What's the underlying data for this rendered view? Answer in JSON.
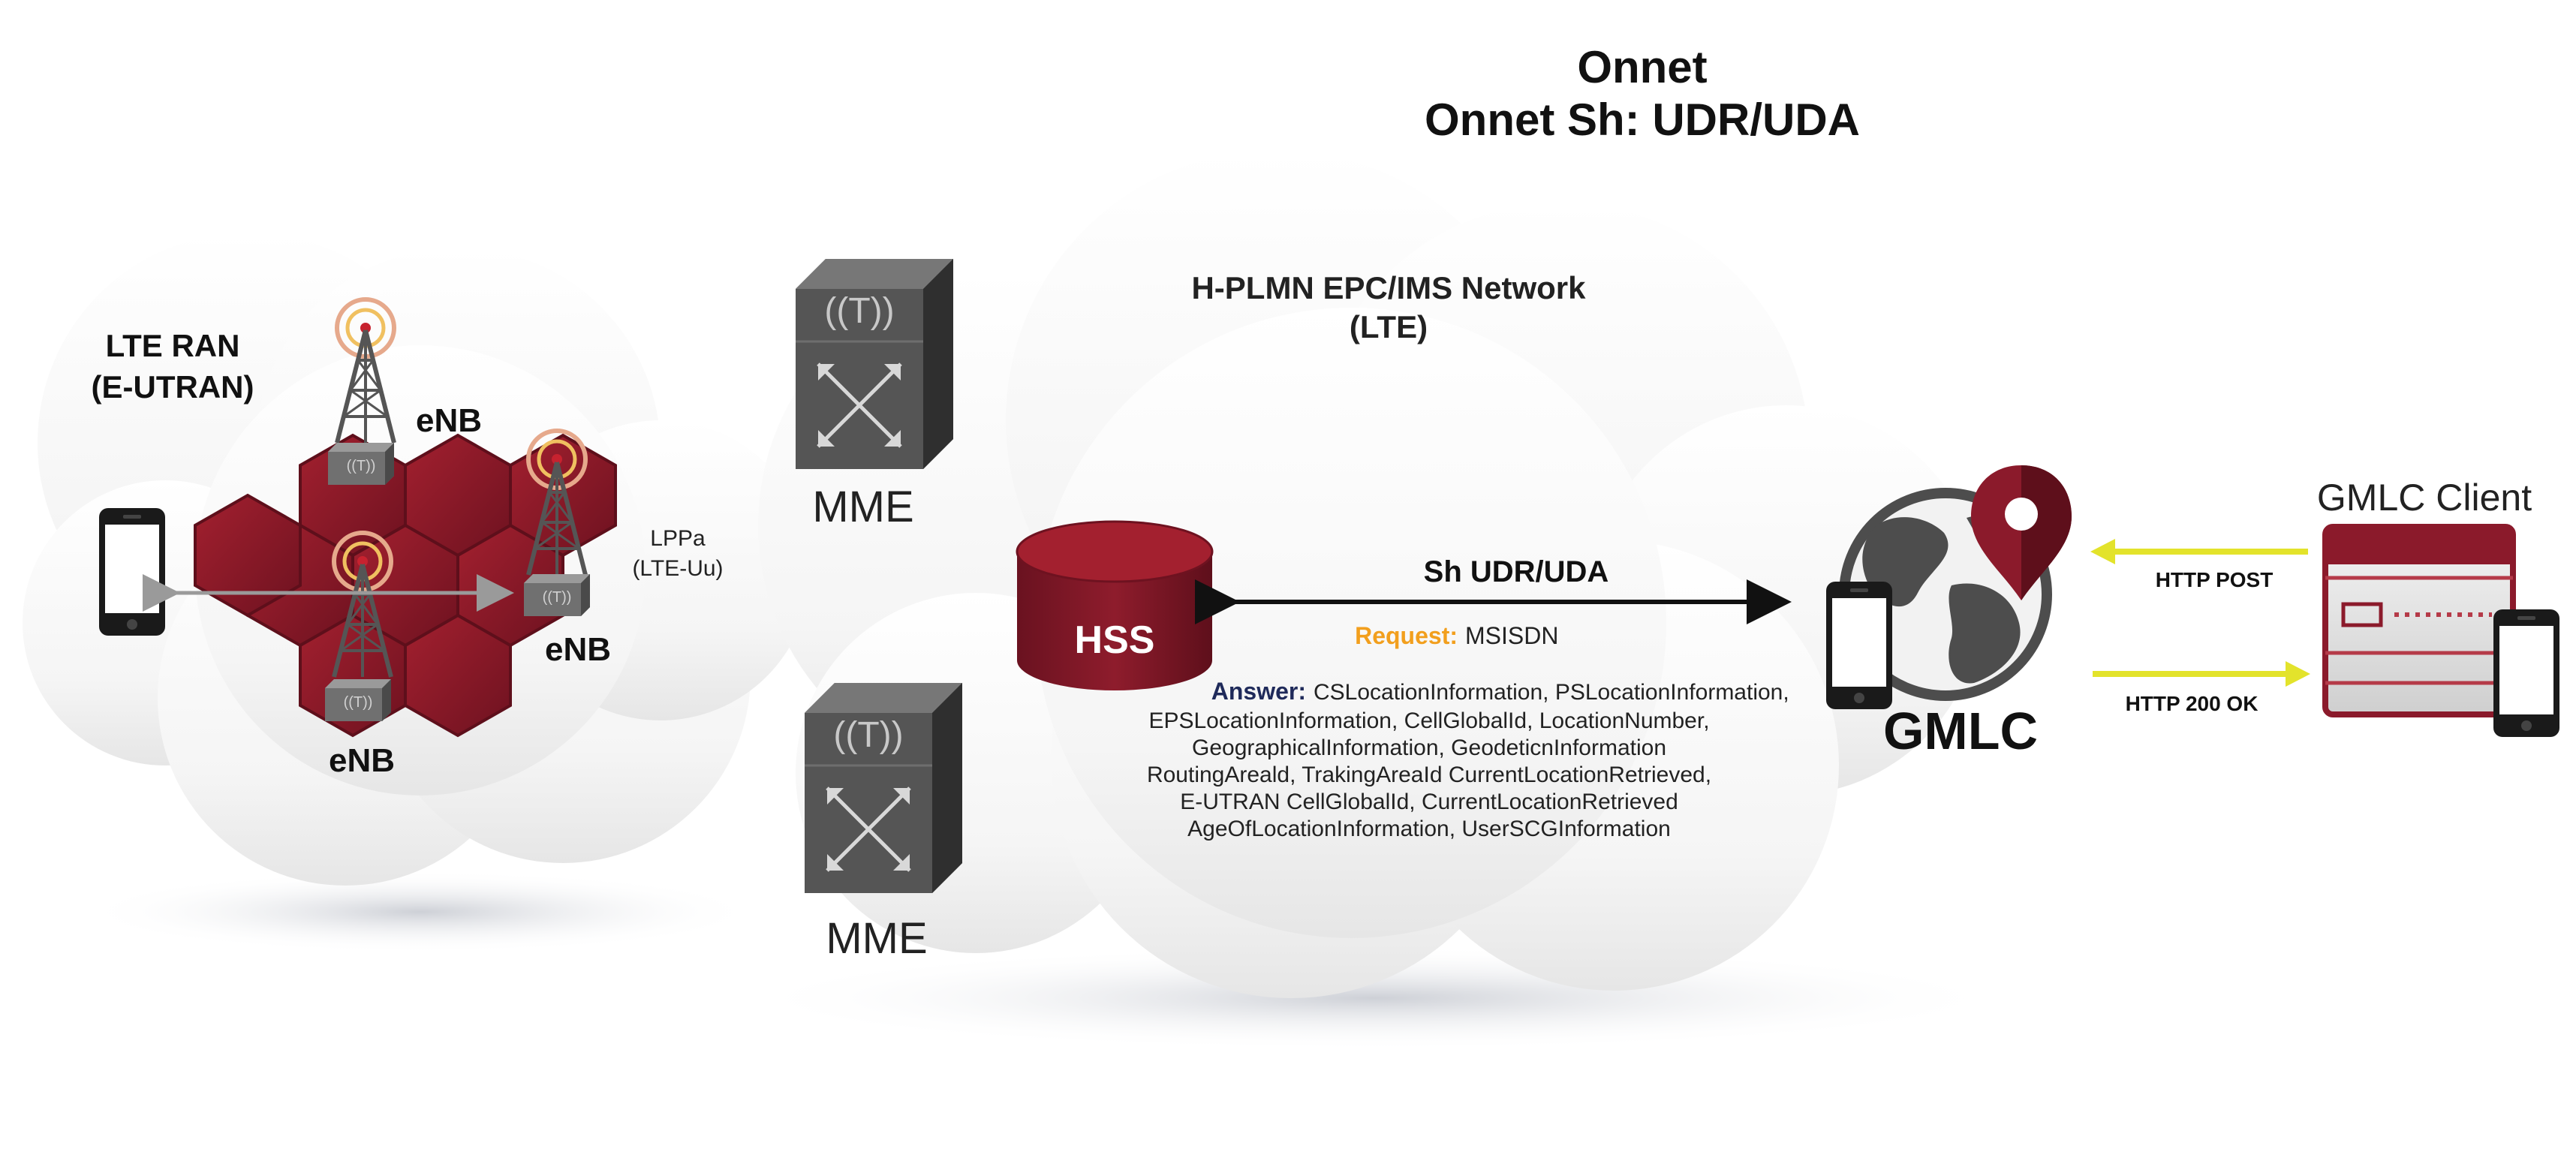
{
  "title": {
    "line1": "Onnet",
    "line2": "Onnet Sh: UDR/UDA"
  },
  "ran": {
    "label_line1": "LTE RAN",
    "label_line2": "(E-UTRAN)",
    "enb_label": "eNB",
    "lppa_line1": "LPPa",
    "lppa_line2": "(LTE-Uu)",
    "antenna_glyph": "((T))"
  },
  "network": {
    "label_line1": "H-PLMN EPC/IMS Network",
    "label_line2": "(LTE)"
  },
  "mme": {
    "label": "MME",
    "glyph": "((T))"
  },
  "hss": {
    "label": "HSS"
  },
  "gmlc": {
    "label": "GMLC"
  },
  "sh": {
    "label": "Sh UDR/UDA",
    "request_key": "Request:",
    "request_value": "MSISDN",
    "answer_key": "Answer:",
    "answer_line1": "CSLocationInformation, PSLocationInformation,",
    "answer_lines": [
      "EPSLocationInformation, CellGlobalId, LocationNumber,",
      "GeographicalInformation, GeodeticnInformation",
      "RoutingAreald, TrakingAreaId CurrentLocationRetrieved,",
      "E-UTRAN CellGlobalId, CurrentLocationRetrieved",
      "AgeOfLocationInformation, UserSCGInformation"
    ]
  },
  "client": {
    "label": "GMLC Client",
    "http_post": "HTTP POST",
    "http_ok": "HTTP 200 OK"
  },
  "colors": {
    "brand_red": "#8b1a2b",
    "dark_red": "#5e0f1b",
    "gray_device": "#5a5a5a",
    "arrow_yellow": "#e3e32b",
    "request_orange": "#f29f1d",
    "answer_navy": "#1f2a5a"
  }
}
